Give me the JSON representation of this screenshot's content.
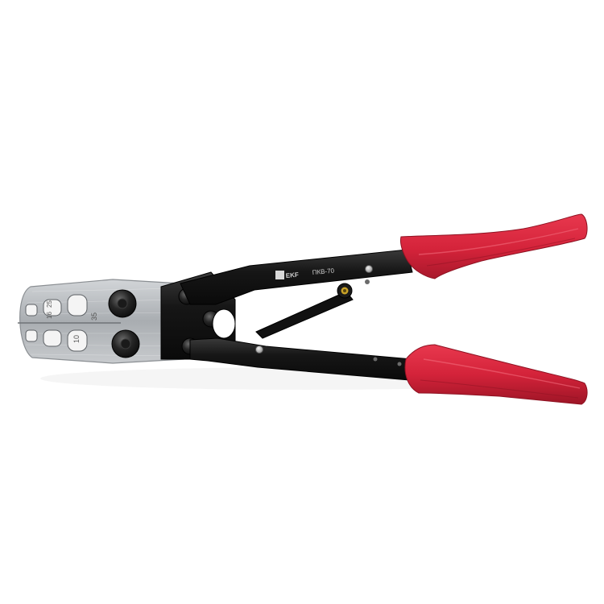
{
  "photo": {
    "subject": "crimping-pliers",
    "background_color": "#ffffff",
    "colors": {
      "handle_grip": "#d4233a",
      "handle_grip_shadow": "#a8182b",
      "arm_metal": "#1a1a1a",
      "jaw_steel": "#b9bcbf"
    },
    "brand_text": "EKF",
    "model_text": "ПКВ-70",
    "die_sizes": [
      "10",
      "16",
      "25",
      "35"
    ]
  }
}
